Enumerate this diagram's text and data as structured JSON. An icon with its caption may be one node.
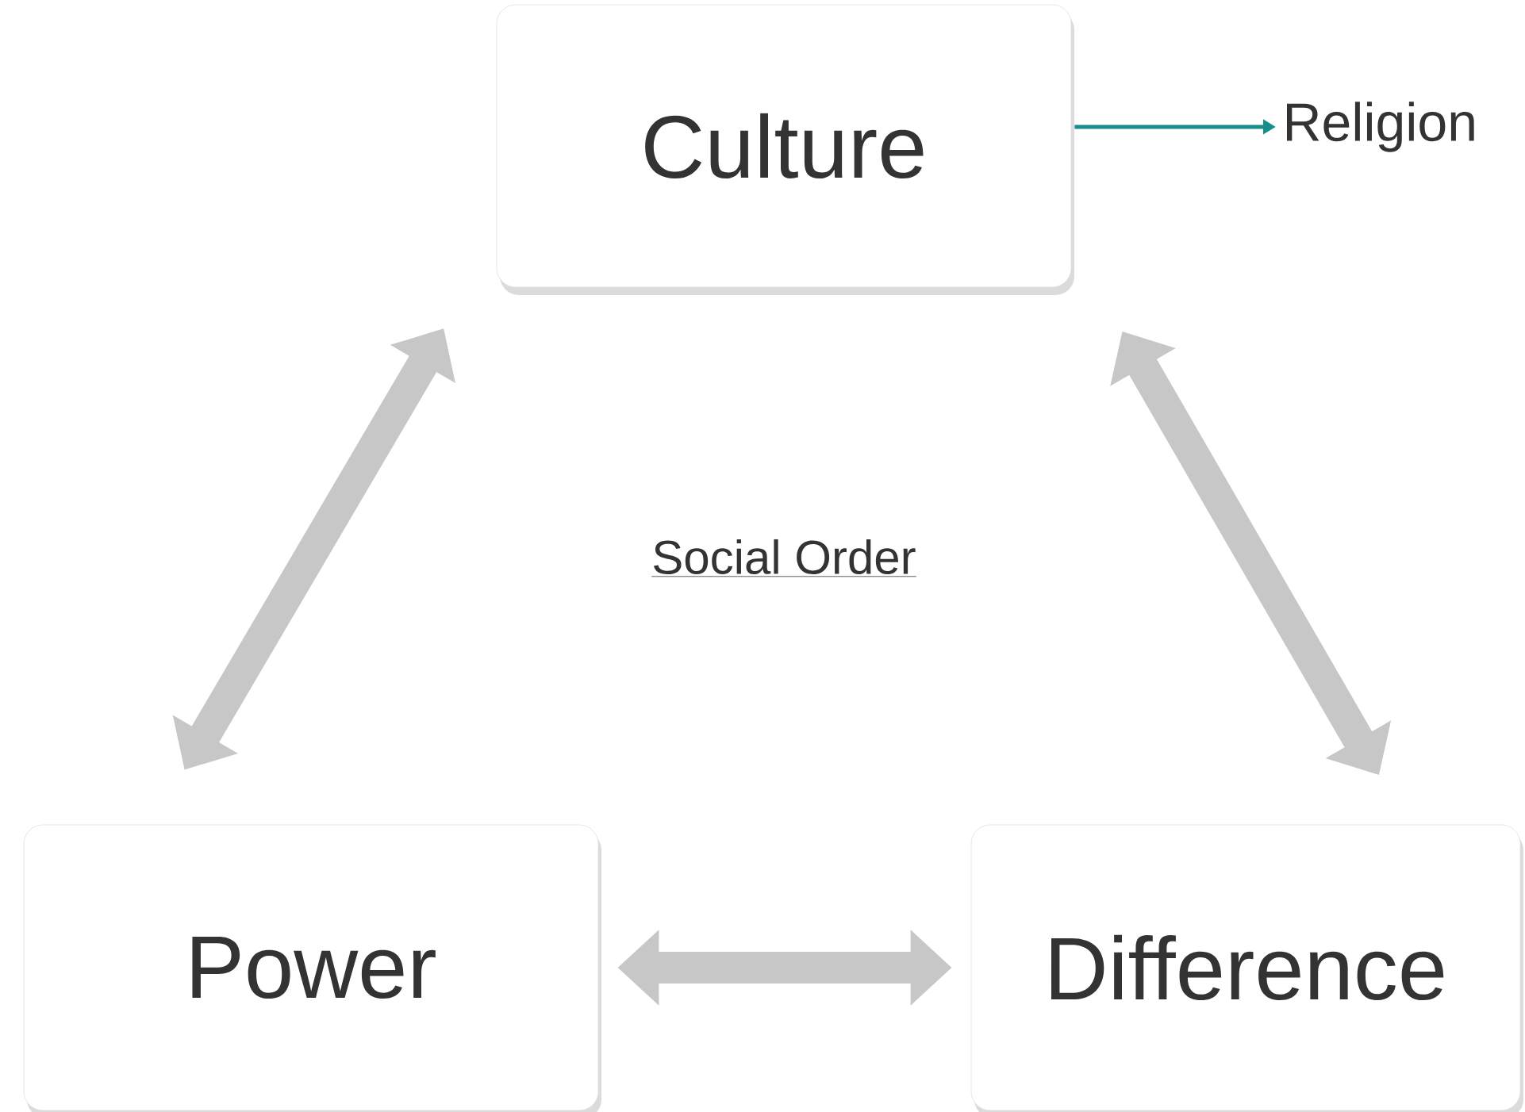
{
  "diagram": {
    "nodes": [
      {
        "text": [
          "Culture"
        ]
      },
      {
        "text": [
          "Religion"
        ]
      },
      {
        "text": [
          "Power"
        ]
      },
      {
        "text": [
          "Difference"
        ]
      }
    ],
    "edges": [
      {
        "from": 0,
        "to": 1,
        "arrow": "to",
        "color": "#178e8e"
      },
      {
        "from": 0,
        "to": 2,
        "arrow": "both"
      },
      {
        "from": 0,
        "to": 3,
        "arrow": "both"
      },
      {
        "from": 2,
        "to": 3,
        "arrow": "both"
      }
    ],
    "labels": [
      "Social Order"
    ]
  }
}
